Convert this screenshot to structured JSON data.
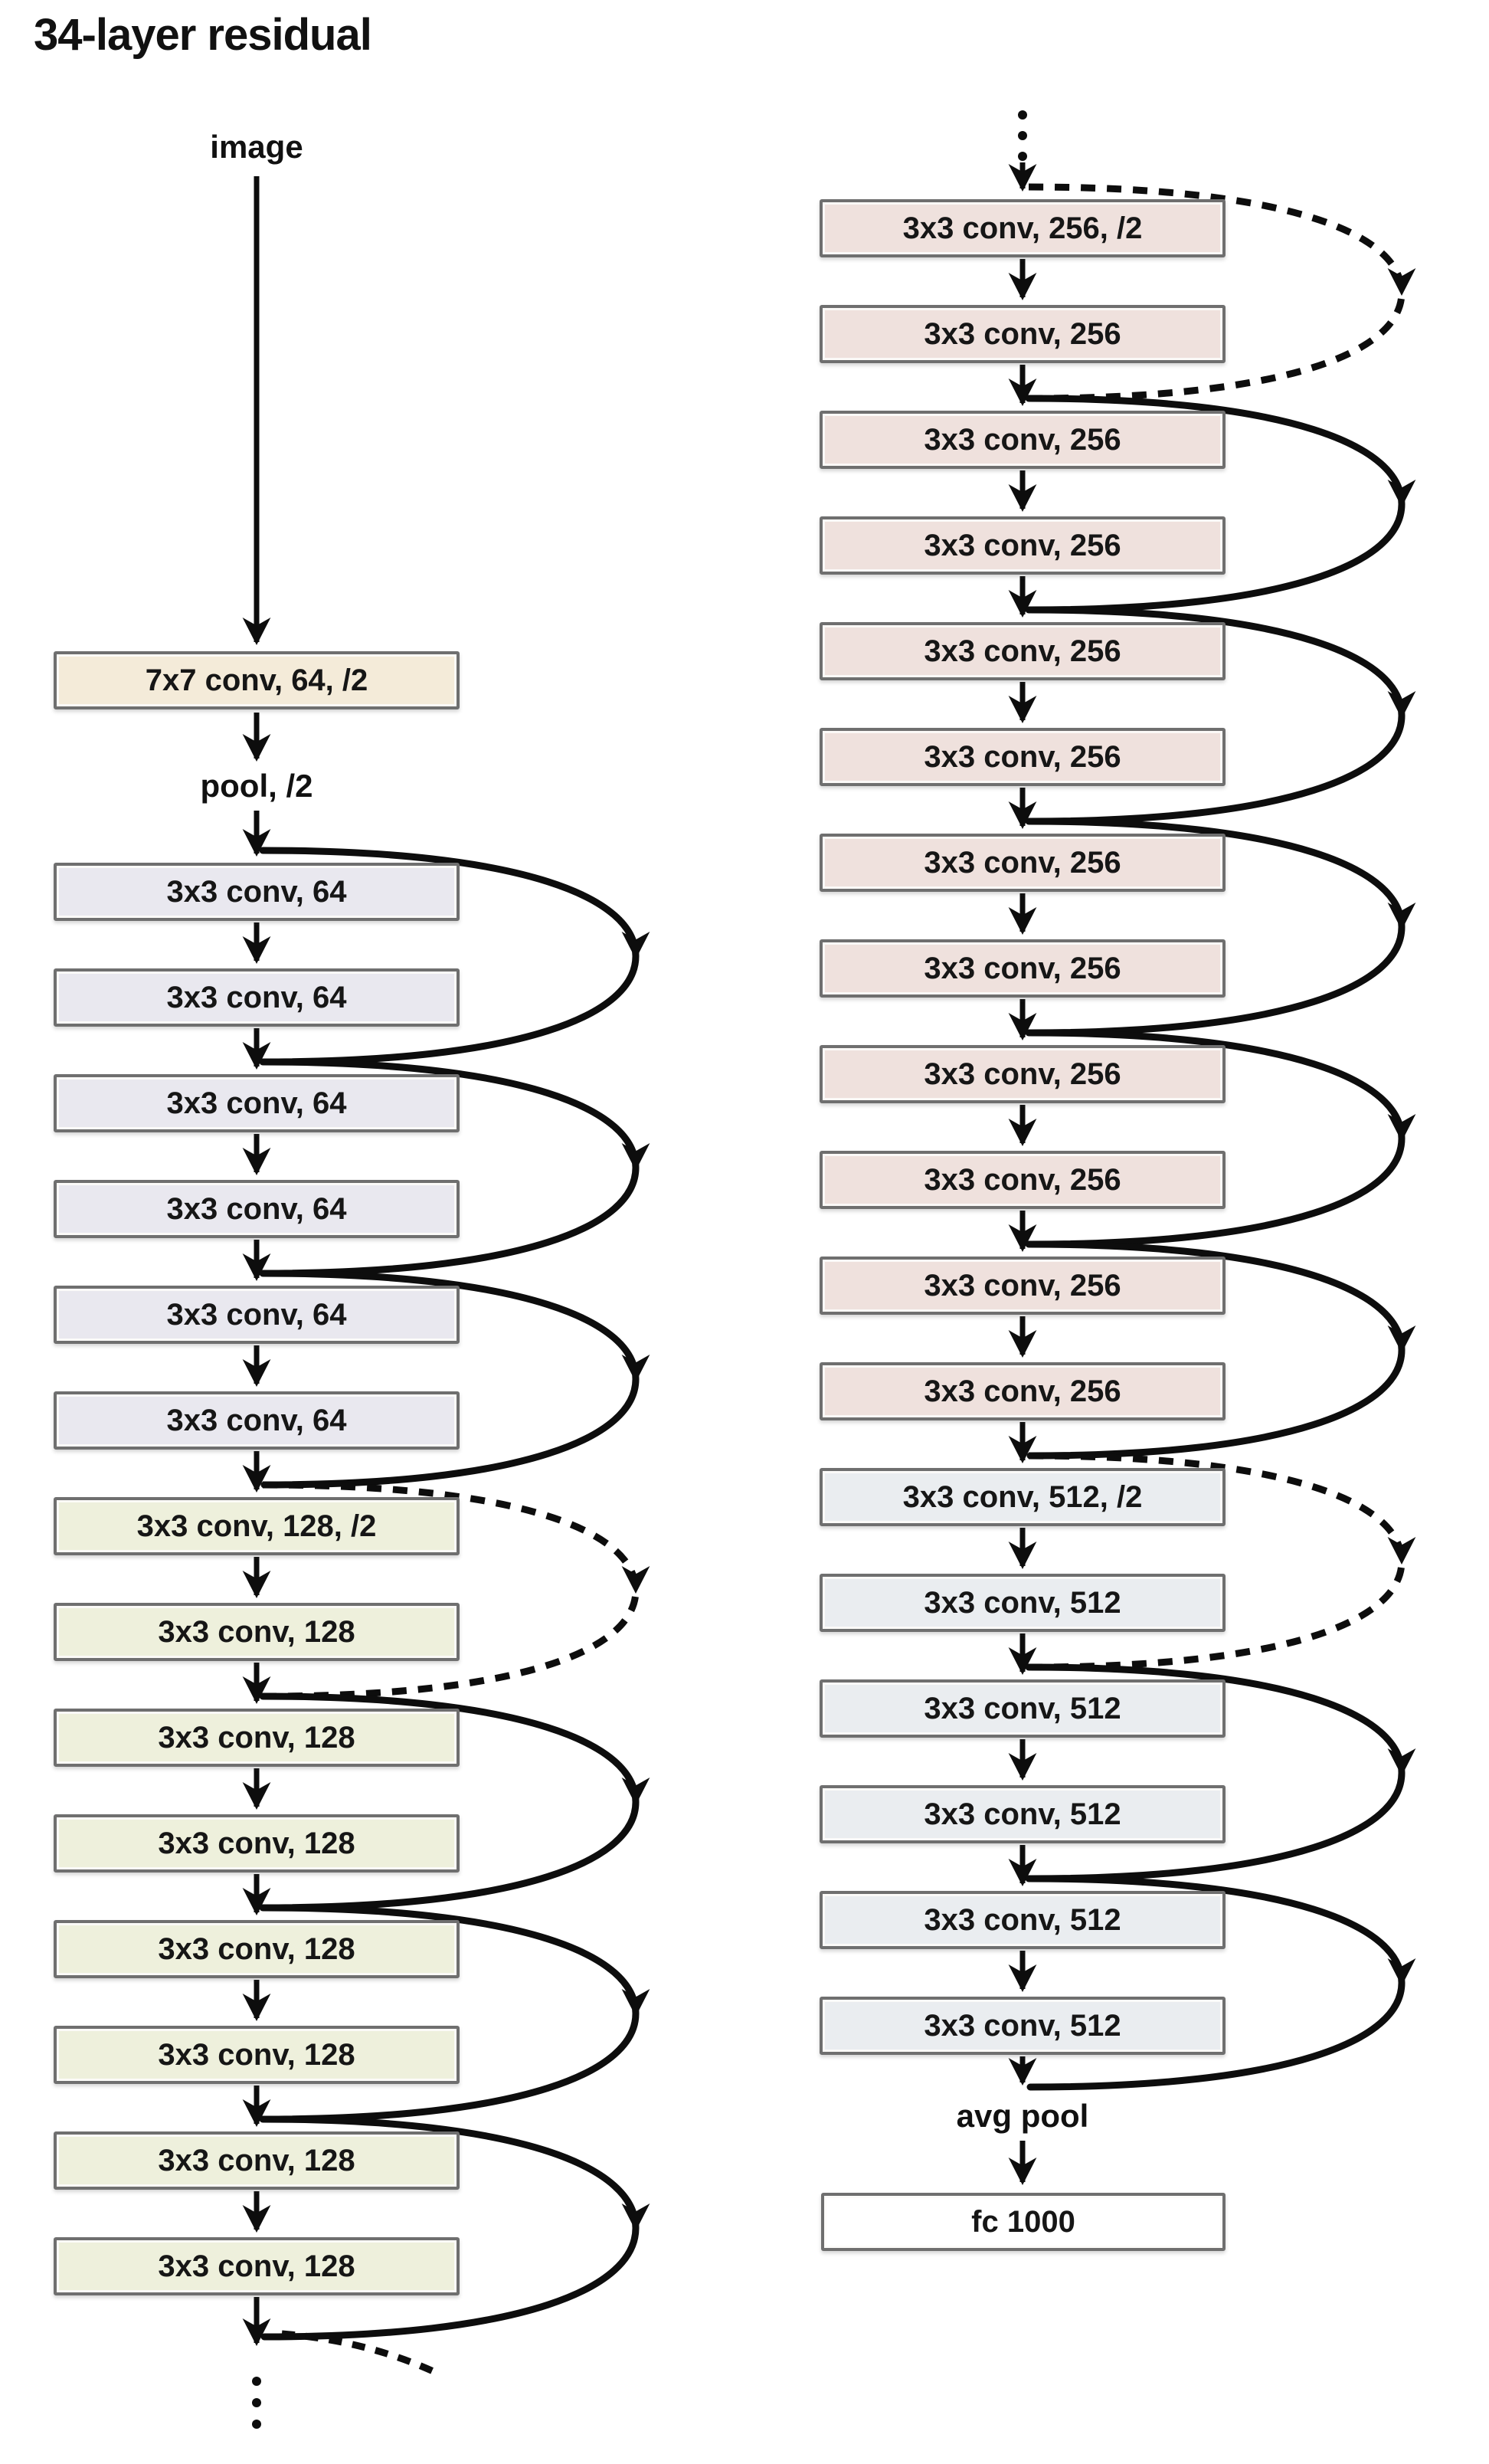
{
  "title": "34-layer residual",
  "colors": {
    "stem": "#f4ebd9",
    "conv64": "#e9e8ef",
    "conv128": "#eef0dc",
    "conv256": "#efe1dd",
    "conv512": "#eaedf0",
    "fc": "#ffffff",
    "border": "#6f6f6f",
    "line": "#0d0d0d"
  },
  "left_column": {
    "input_label": "image",
    "stem_box": {
      "label": "7x7 conv, 64, /2",
      "color": "stem"
    },
    "pool_label": "pool, /2",
    "boxes": [
      {
        "label": "3x3 conv, 64",
        "color": "conv64"
      },
      {
        "label": "3x3 conv, 64",
        "color": "conv64"
      },
      {
        "label": "3x3 conv, 64",
        "color": "conv64"
      },
      {
        "label": "3x3 conv, 64",
        "color": "conv64"
      },
      {
        "label": "3x3 conv, 64",
        "color": "conv64"
      },
      {
        "label": "3x3 conv, 64",
        "color": "conv64"
      },
      {
        "label": "3x3 conv, 128, /2",
        "color": "conv128"
      },
      {
        "label": "3x3 conv, 128",
        "color": "conv128"
      },
      {
        "label": "3x3 conv, 128",
        "color": "conv128"
      },
      {
        "label": "3x3 conv, 128",
        "color": "conv128"
      },
      {
        "label": "3x3 conv, 128",
        "color": "conv128"
      },
      {
        "label": "3x3 conv, 128",
        "color": "conv128"
      },
      {
        "label": "3x3 conv, 128",
        "color": "conv128"
      },
      {
        "label": "3x3 conv, 128",
        "color": "conv128"
      }
    ],
    "skips": [
      {
        "from": 0,
        "to": 2,
        "style": "solid"
      },
      {
        "from": 2,
        "to": 4,
        "style": "solid"
      },
      {
        "from": 4,
        "to": 6,
        "style": "solid"
      },
      {
        "from": 6,
        "to": 8,
        "style": "dashed"
      },
      {
        "from": 8,
        "to": 10,
        "style": "solid"
      },
      {
        "from": 10,
        "to": 12,
        "style": "solid"
      },
      {
        "from": 12,
        "to": 14,
        "style": "solid"
      }
    ],
    "continuation_dots": 3
  },
  "right_column": {
    "continuation_dots": 3,
    "boxes": [
      {
        "label": "3x3 conv, 256, /2",
        "color": "conv256"
      },
      {
        "label": "3x3 conv, 256",
        "color": "conv256"
      },
      {
        "label": "3x3 conv, 256",
        "color": "conv256"
      },
      {
        "label": "3x3 conv, 256",
        "color": "conv256"
      },
      {
        "label": "3x3 conv, 256",
        "color": "conv256"
      },
      {
        "label": "3x3 conv, 256",
        "color": "conv256"
      },
      {
        "label": "3x3 conv, 256",
        "color": "conv256"
      },
      {
        "label": "3x3 conv, 256",
        "color": "conv256"
      },
      {
        "label": "3x3 conv, 256",
        "color": "conv256"
      },
      {
        "label": "3x3 conv, 256",
        "color": "conv256"
      },
      {
        "label": "3x3 conv, 256",
        "color": "conv256"
      },
      {
        "label": "3x3 conv, 256",
        "color": "conv256"
      },
      {
        "label": "3x3 conv, 512, /2",
        "color": "conv512"
      },
      {
        "label": "3x3 conv, 512",
        "color": "conv512"
      },
      {
        "label": "3x3 conv, 512",
        "color": "conv512"
      },
      {
        "label": "3x3 conv, 512",
        "color": "conv512"
      },
      {
        "label": "3x3 conv, 512",
        "color": "conv512"
      },
      {
        "label": "3x3 conv, 512",
        "color": "conv512"
      }
    ],
    "skips": [
      {
        "from": 0,
        "to": 2,
        "style": "dashed"
      },
      {
        "from": 2,
        "to": 4,
        "style": "solid"
      },
      {
        "from": 4,
        "to": 6,
        "style": "solid"
      },
      {
        "from": 6,
        "to": 8,
        "style": "solid"
      },
      {
        "from": 8,
        "to": 10,
        "style": "solid"
      },
      {
        "from": 10,
        "to": 12,
        "style": "solid"
      },
      {
        "from": 12,
        "to": 14,
        "style": "dashed"
      },
      {
        "from": 14,
        "to": 16,
        "style": "solid"
      },
      {
        "from": 16,
        "to": 18,
        "style": "solid"
      }
    ],
    "avgpool_label": "avg pool",
    "fc_box": {
      "label": "fc 1000",
      "color": "fc"
    }
  }
}
